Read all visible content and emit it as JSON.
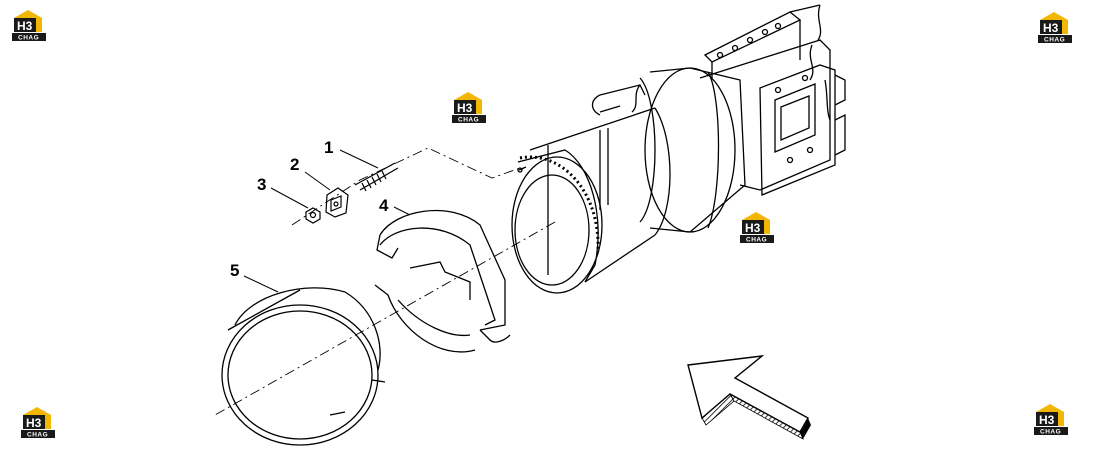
{
  "callouts": [
    {
      "id": "1",
      "label": "1"
    },
    {
      "id": "2",
      "label": "2"
    },
    {
      "id": "3",
      "label": "3"
    },
    {
      "id": "4",
      "label": "4"
    },
    {
      "id": "5",
      "label": "5"
    }
  ],
  "watermark": {
    "brand": "H3",
    "sub": "CHAG",
    "colors": {
      "accent": "#f2b705",
      "dark": "#1a1a1a"
    }
  },
  "line_color": "#000000"
}
